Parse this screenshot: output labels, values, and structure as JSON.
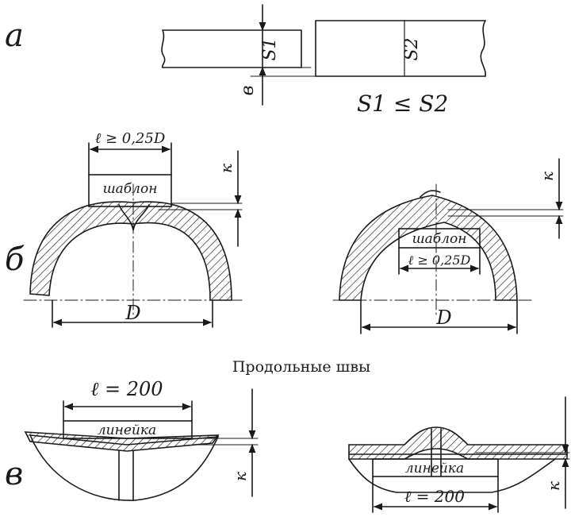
{
  "panel_labels": {
    "a": "а",
    "b": "б",
    "v": "в"
  },
  "row_a": {
    "s1": "S1",
    "s2": "S2",
    "b": "в",
    "relation": "S1 ≤ S2"
  },
  "row_b": {
    "left": {
      "template": "шаблон",
      "length": "ℓ ≥ 0,25D",
      "diameter": "D",
      "k": "к"
    },
    "right": {
      "template": "шаблон",
      "length": "ℓ ≥ 0,25D",
      "diameter": "D",
      "k": "к"
    }
  },
  "caption": "Продольные швы",
  "row_v": {
    "left": {
      "ruler": "линейка",
      "length": "ℓ = 200",
      "k": "к"
    },
    "right": {
      "ruler": "линейка",
      "length": "ℓ = 200",
      "k": "к"
    }
  }
}
